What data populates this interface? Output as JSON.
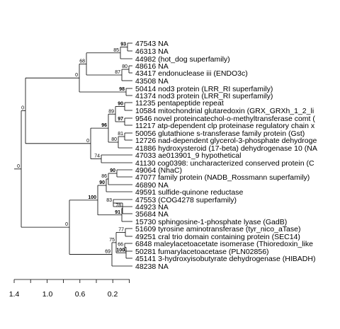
{
  "tree": {
    "leaves": [
      "47543 NA",
      "46313 NA",
      "44982 (hot_dog superfamily)",
      "48616 NA",
      "43417 endonuclease iii (ENDO3c)",
      "43508 NA",
      "50414 nod3 protein (LRR_RI superfamily)",
      "41374 nod3 protein (LRR_RI superfamily)",
      "11235 pentapeptide repeat",
      "10584 mitochondrial glutaredoxin (GRX_GRXh_1_2_li",
      "9546 novel proteincatechol-o-methyltransferase comt (",
      "11217 atp-dependent clp proteinase regulatory chain x",
      "50056 glutathione s-transferase family protein (Gst)",
      "12726 nad-dependent glycerol-3-phosphate dehydroge",
      "41886 hydroxysteroid (17-beta) dehydrogenase 10 (NA",
      "47033 ae013901_9 hypothetical",
      "41130 cog0398: uncharacterized conserved protein (C",
      "49064 (NhaC)",
      "47077 family protein (NADB_Rossmann superfamily)",
      "46890 NA",
      "49591 sulfide-quinone reductase",
      "47553 (COG4278 superfamily)",
      "44923 NA",
      "35684 NA",
      "15730 sphingosine-1-phosphate lyase (GadB)",
      "51609 tyrosine aminotransferase (tyr_nico_aTase)",
      "49251 cral trio domain containing protein (SEC14)",
      "6848 maleylacetoacetate isomerase (Thioredoxin_like",
      "50281 fumarylacetoacetase (PLN02856)",
      "45141 3-hydroxyisobutyrate dehydrogenase (HIBADH)",
      "48238 NA"
    ],
    "support_labels": [
      {
        "text": "0",
        "bold": false
      },
      {
        "text": "0",
        "bold": false
      },
      {
        "text": "0",
        "bold": false
      },
      {
        "text": "68",
        "bold": false
      },
      {
        "text": "93",
        "bold": true
      },
      {
        "text": "85",
        "bold": false
      },
      {
        "text": "80",
        "bold": false
      },
      {
        "text": "87",
        "bold": false
      },
      {
        "text": "98",
        "bold": true
      },
      {
        "text": "0",
        "bold": false
      },
      {
        "text": "96",
        "bold": true
      },
      {
        "text": "89",
        "bold": false
      },
      {
        "text": "90",
        "bold": true
      },
      {
        "text": "97",
        "bold": true
      },
      {
        "text": "81",
        "bold": false
      },
      {
        "text": "80",
        "bold": false
      },
      {
        "text": "74",
        "bold": false
      },
      {
        "text": "0",
        "bold": false
      },
      {
        "text": "100",
        "bold": true
      },
      {
        "text": "90",
        "bold": true
      },
      {
        "text": "86",
        "bold": false
      },
      {
        "text": "90",
        "bold": true
      },
      {
        "text": "83",
        "bold": false
      },
      {
        "text": "78",
        "bold": false
      },
      {
        "text": "91",
        "bold": true
      },
      {
        "text": "69",
        "bold": false
      },
      {
        "text": "75",
        "bold": false
      },
      {
        "text": "77",
        "bold": false
      },
      {
        "text": "100",
        "bold": true
      },
      {
        "text": "66",
        "bold": false
      }
    ],
    "scale_axis": {
      "ticks": [
        "1.4",
        "1.0",
        "0.6",
        "0.2"
      ]
    }
  }
}
